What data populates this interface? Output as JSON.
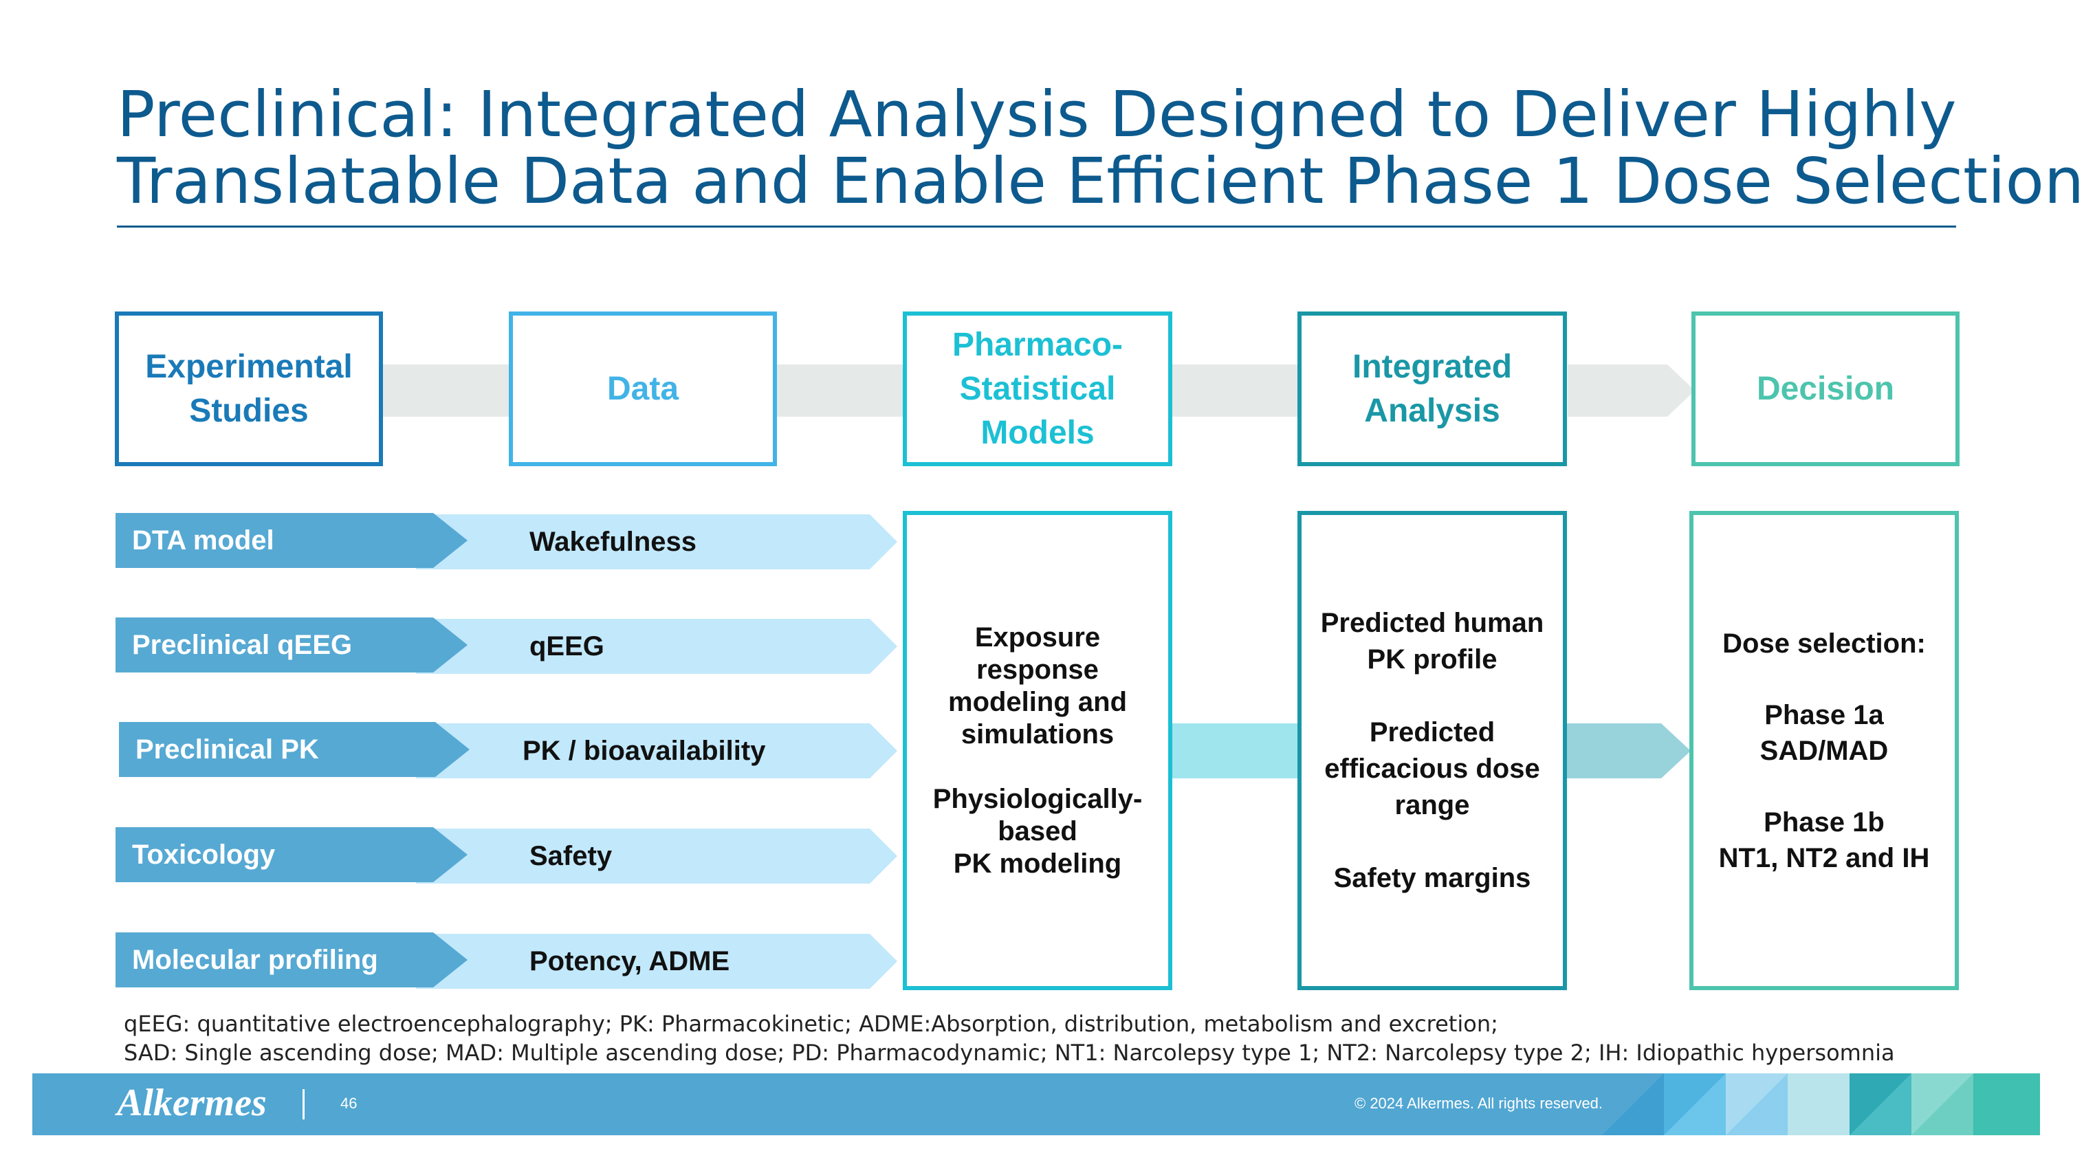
{
  "title": {
    "line1": "Preclinical: Integrated Analysis Designed to Deliver Highly",
    "line2": "Translatable Data and Enable Efficient Phase 1 Dose Selection"
  },
  "headers": [
    {
      "id": "experimental",
      "lines": [
        "Experimental",
        "Studies"
      ],
      "color": "#1a7ab8"
    },
    {
      "id": "data",
      "lines": [
        "Data"
      ],
      "color": "#42b3e6"
    },
    {
      "id": "models",
      "lines": [
        "Pharmaco-",
        "Statistical",
        "Models"
      ],
      "color": "#1cc0d4"
    },
    {
      "id": "integrated",
      "lines": [
        "Integrated",
        "Analysis"
      ],
      "color": "#1a97a6"
    },
    {
      "id": "decision",
      "lines": [
        "Decision"
      ],
      "color": "#4dc4ad"
    }
  ],
  "rows": [
    {
      "label": "DTA model",
      "data": "Wakefulness"
    },
    {
      "label": "Preclinical qEEG",
      "data": "qEEG"
    },
    {
      "label": "Preclinical PK",
      "data": "PK / bioavailability"
    },
    {
      "label": "Toxicology",
      "data": "Safety"
    },
    {
      "label": "Molecular profiling",
      "data": "Potency, ADME"
    }
  ],
  "models_body": {
    "lines": [
      "Exposure",
      "response",
      "modeling and",
      "simulations",
      "",
      "Physiologically-",
      "based",
      "PK modeling"
    ]
  },
  "integrated_body": {
    "lines": [
      "Predicted human",
      "PK profile",
      "",
      "Predicted",
      "efficacious dose",
      "range",
      "",
      "Safety margins"
    ]
  },
  "decision_body": {
    "lines": [
      "Dose selection:",
      "",
      "Phase 1a",
      "SAD/MAD",
      "",
      "Phase 1b",
      "NT1, NT2 and IH"
    ]
  },
  "footnote": {
    "line1": "qEEG: quantitative electroencephalography; PK: Pharmacokinetic; ADME:Absorption, distribution, metabolism and excretion;",
    "line2": "SAD: Single ascending dose; MAD: Multiple ascending dose; PD: Pharmacodynamic; NT1: Narcolepsy type 1; NT2: Narcolepsy type 2; IH: Idiopathic hypersomnia"
  },
  "footer": {
    "logo": "Alkermes",
    "page_number": "46",
    "copyright": "© 2024 Alkermes. All rights reserved."
  },
  "colors": {
    "title": "#0d5a8e",
    "label_arrow": "#56a9d3",
    "data_arrow": "#c2e8fb",
    "footer": "#51a6d2"
  }
}
